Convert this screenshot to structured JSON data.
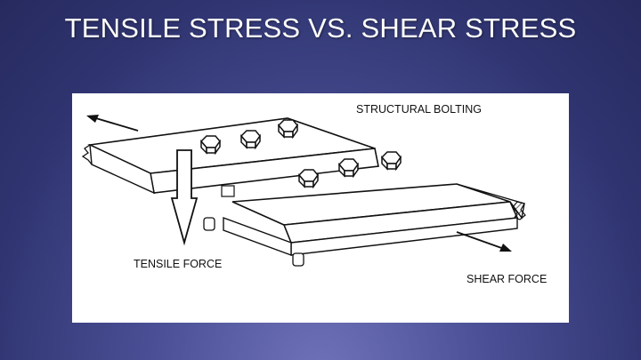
{
  "slide": {
    "title": "TENSILE STRESS VS. SHEAR STRESS"
  },
  "diagram": {
    "labels": {
      "structural_bolting": "STRUCTURAL BOLTING",
      "tensile_force": "TENSILE FORCE",
      "shear_force": "SHEAR FORCE"
    },
    "bolt_count": 6
  },
  "colors": {
    "background": "#3a3f82",
    "title_text": "#ffffff",
    "figure_bg": "#ffffff",
    "line": "#111111"
  }
}
